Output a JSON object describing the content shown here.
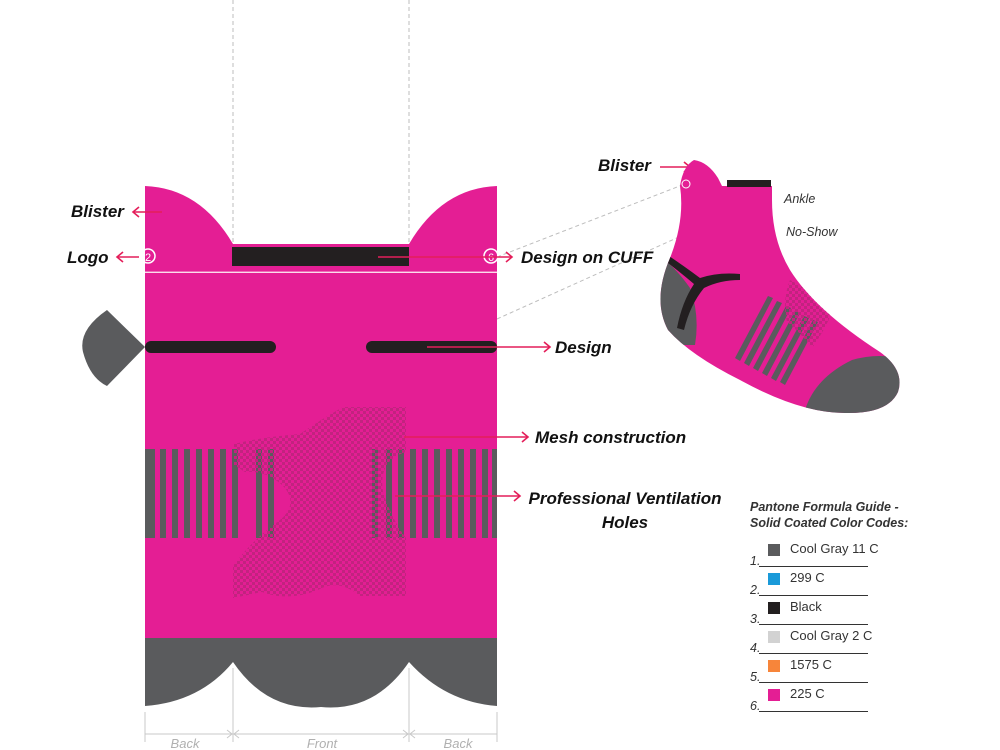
{
  "colors": {
    "pink": "#e41e94",
    "gray": "#5a5b5d",
    "black": "#231f20",
    "arrow": "#e41e5a",
    "mesh_dot": "#c2237f",
    "dashed": "#bdbdbd"
  },
  "labels": {
    "blister_left": "Blister",
    "logo": "Logo",
    "logo_number": "2",
    "design_cuff_number": "6",
    "design_on_cuff": "Design on CUFF",
    "design": "Design",
    "mesh_construction": "Mesh construction",
    "ventilation_line1": "Professional Ventilation",
    "ventilation_line2": "Holes",
    "blister_right": "Blister",
    "ankle": "Ankle",
    "no_show": "No-Show"
  },
  "dimensions": {
    "back_left": "Back",
    "front": "Front",
    "back_right": "Back"
  },
  "legend": {
    "title_line1": "Pantone Formula Guide -",
    "title_line2": "Solid Coated Color Codes:",
    "items": [
      {
        "num": "1.",
        "name": "Cool Gray 11 C",
        "color": "#5a5b5d"
      },
      {
        "num": "2.",
        "name": "299 C",
        "color": "#1a9ad9"
      },
      {
        "num": "3.",
        "name": "Black",
        "color": "#231f20"
      },
      {
        "num": "4.",
        "name": "Cool Gray 2 C",
        "color": "#d2d2d2"
      },
      {
        "num": "5.",
        "name": "1575 C",
        "color": "#f7853a"
      },
      {
        "num": "6.",
        "name": "225 C",
        "color": "#e41e94"
      }
    ]
  }
}
